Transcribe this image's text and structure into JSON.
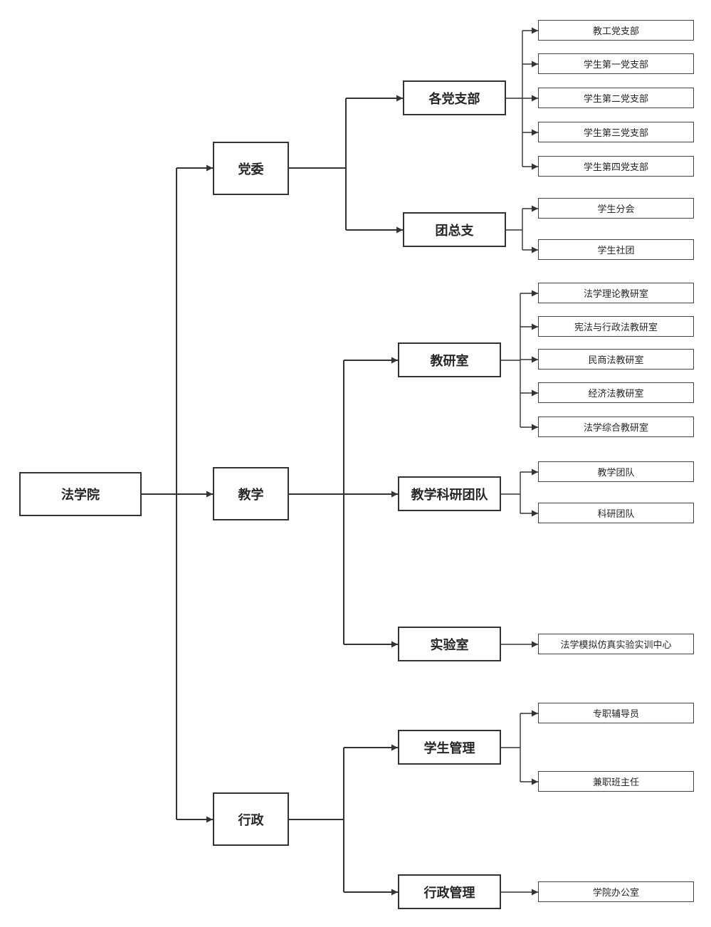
{
  "root": "法学院",
  "level1": {
    "party": "党委",
    "teaching": "教学",
    "admin": "行政"
  },
  "level2": {
    "branches": "各党支部",
    "youth": "团总支",
    "research_office": "教研室",
    "research_team": "教学科研团队",
    "lab": "实验室",
    "student_mgmt": "学生管理",
    "admin_mgmt": "行政管理"
  },
  "level3": {
    "branches": [
      "教工党支部",
      "学生第一党支部",
      "学生第二党支部",
      "学生第三党支部",
      "学生第四党支部"
    ],
    "youth": [
      "学生分会",
      "学生社团"
    ],
    "research_office": [
      "法学理论教研室",
      "宪法与行政法教研室",
      "民商法教研室",
      "经济法教研室",
      "法学综合教研室"
    ],
    "research_team": [
      "教学团队",
      "科研团队"
    ],
    "lab": [
      "法学模拟仿真实验实训中心"
    ],
    "student_mgmt": [
      "专职辅导员",
      "兼职班主任"
    ],
    "admin_mgmt": [
      "学院办公室"
    ]
  }
}
